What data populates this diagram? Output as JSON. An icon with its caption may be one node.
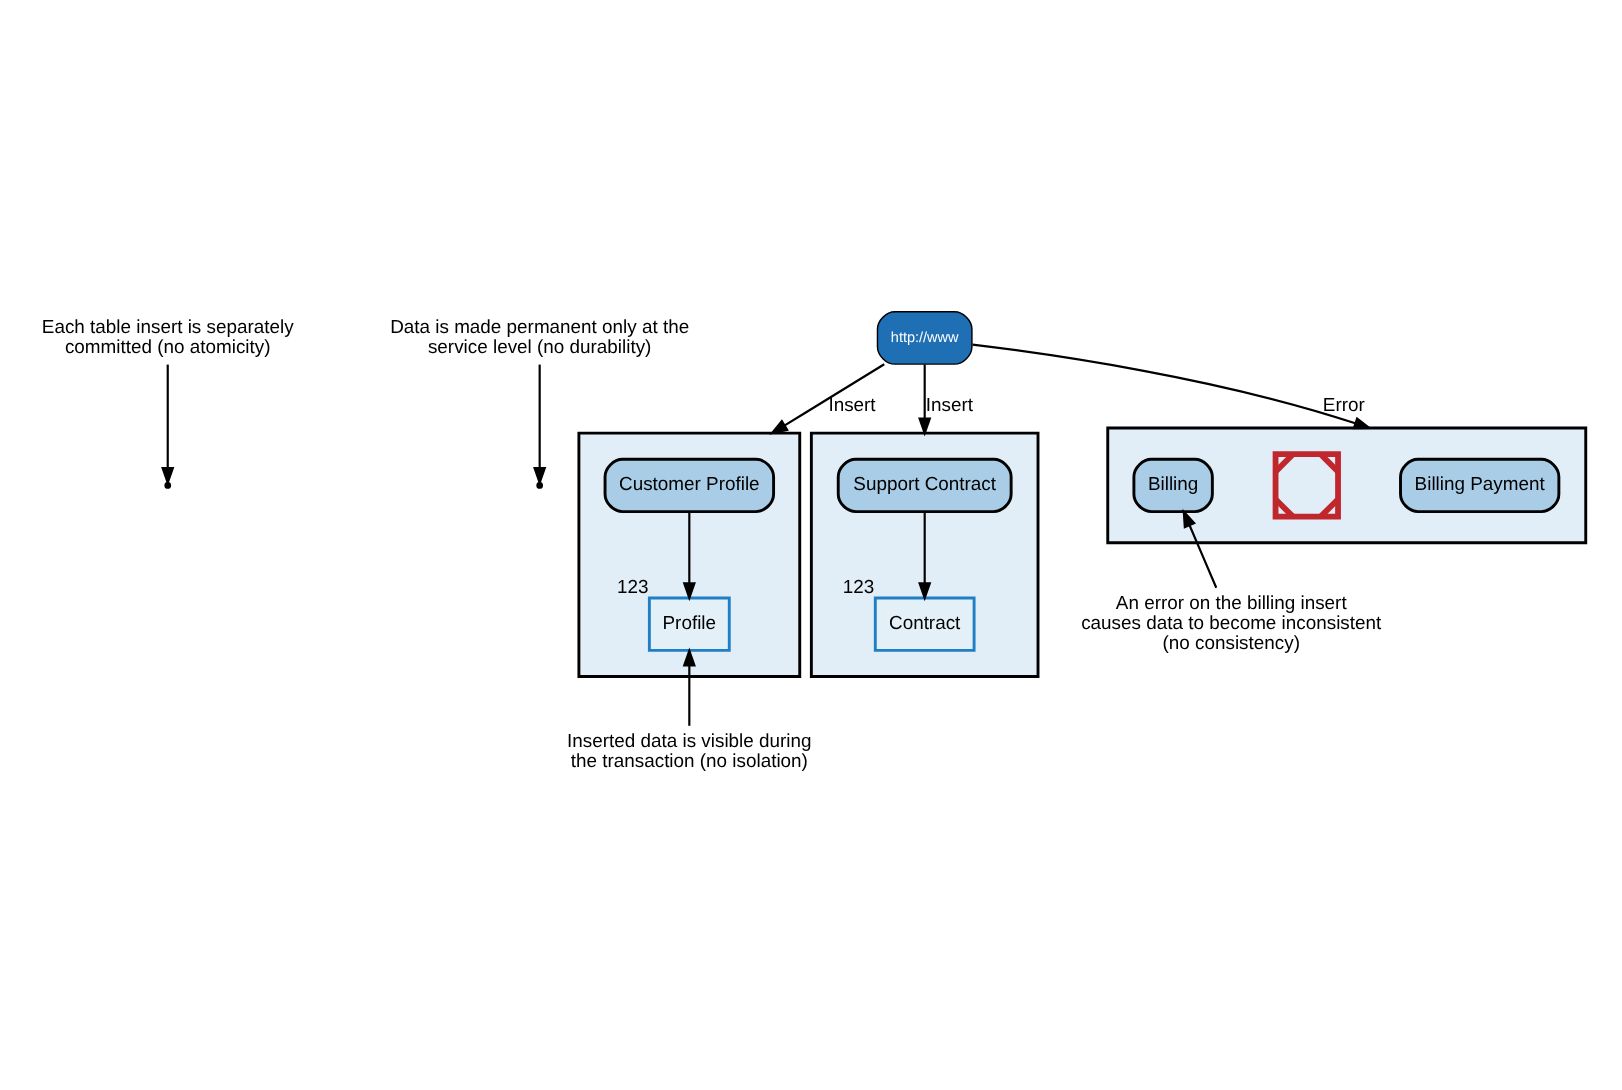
{
  "diagram": {
    "nodes": [
      {
        "text": [
          "Each table insert is separately committed (no atomicity)"
        ]
      },
      {
        "text": [
          "Data is made permanent only at the service level (no durability)"
        ]
      },
      {
        "text": [
          "http://www"
        ]
      },
      {
        "text": [],
        "shape": "box"
      },
      {
        "text": [
          "Customer Profile"
        ],
        "in": 3
      },
      {
        "text": [
          "Profile"
        ],
        "in": 3,
        "beside": [
          "123"
        ]
      },
      {
        "text": [],
        "shape": "box"
      },
      {
        "text": [
          "Support Contract"
        ],
        "in": 6
      },
      {
        "text": [
          "Contract"
        ],
        "in": 6,
        "beside": [
          "123"
        ]
      },
      {
        "text": [],
        "shape": "box"
      },
      {
        "text": [
          "Billing Payment"
        ],
        "in": 9
      },
      {
        "text": [],
        "shape": "cross",
        "in": 9
      },
      {
        "text": [
          "Billing"
        ],
        "in": 9
      },
      {
        "text": [
          "Inserted data is visible during the transaction (no isolation)"
        ]
      },
      {
        "text": [
          "An error on the billing insert causes data to become inconsistent (no consistency)"
        ]
      }
    ],
    "edges": [
      {
        "from": 2,
        "to": 3,
        "arrow": "to",
        "label": "Insert"
      },
      {
        "from": 2,
        "to": 6,
        "arrow": "to",
        "label": "Insert"
      },
      {
        "from": 2,
        "to": 9,
        "arrow": "to",
        "label": "Error"
      },
      {
        "from": 4,
        "to": 5,
        "arrow": "to"
      },
      {
        "from": 7,
        "to": 8,
        "arrow": "to"
      },
      {
        "from": 0,
        "to": null,
        "arrow": "to"
      },
      {
        "from": 1,
        "to": null,
        "arrow": "to"
      },
      {
        "from": 13,
        "to": 5,
        "arrow": "to"
      },
      {
        "from": 14,
        "to": 12,
        "arrow": "to"
      }
    ]
  }
}
